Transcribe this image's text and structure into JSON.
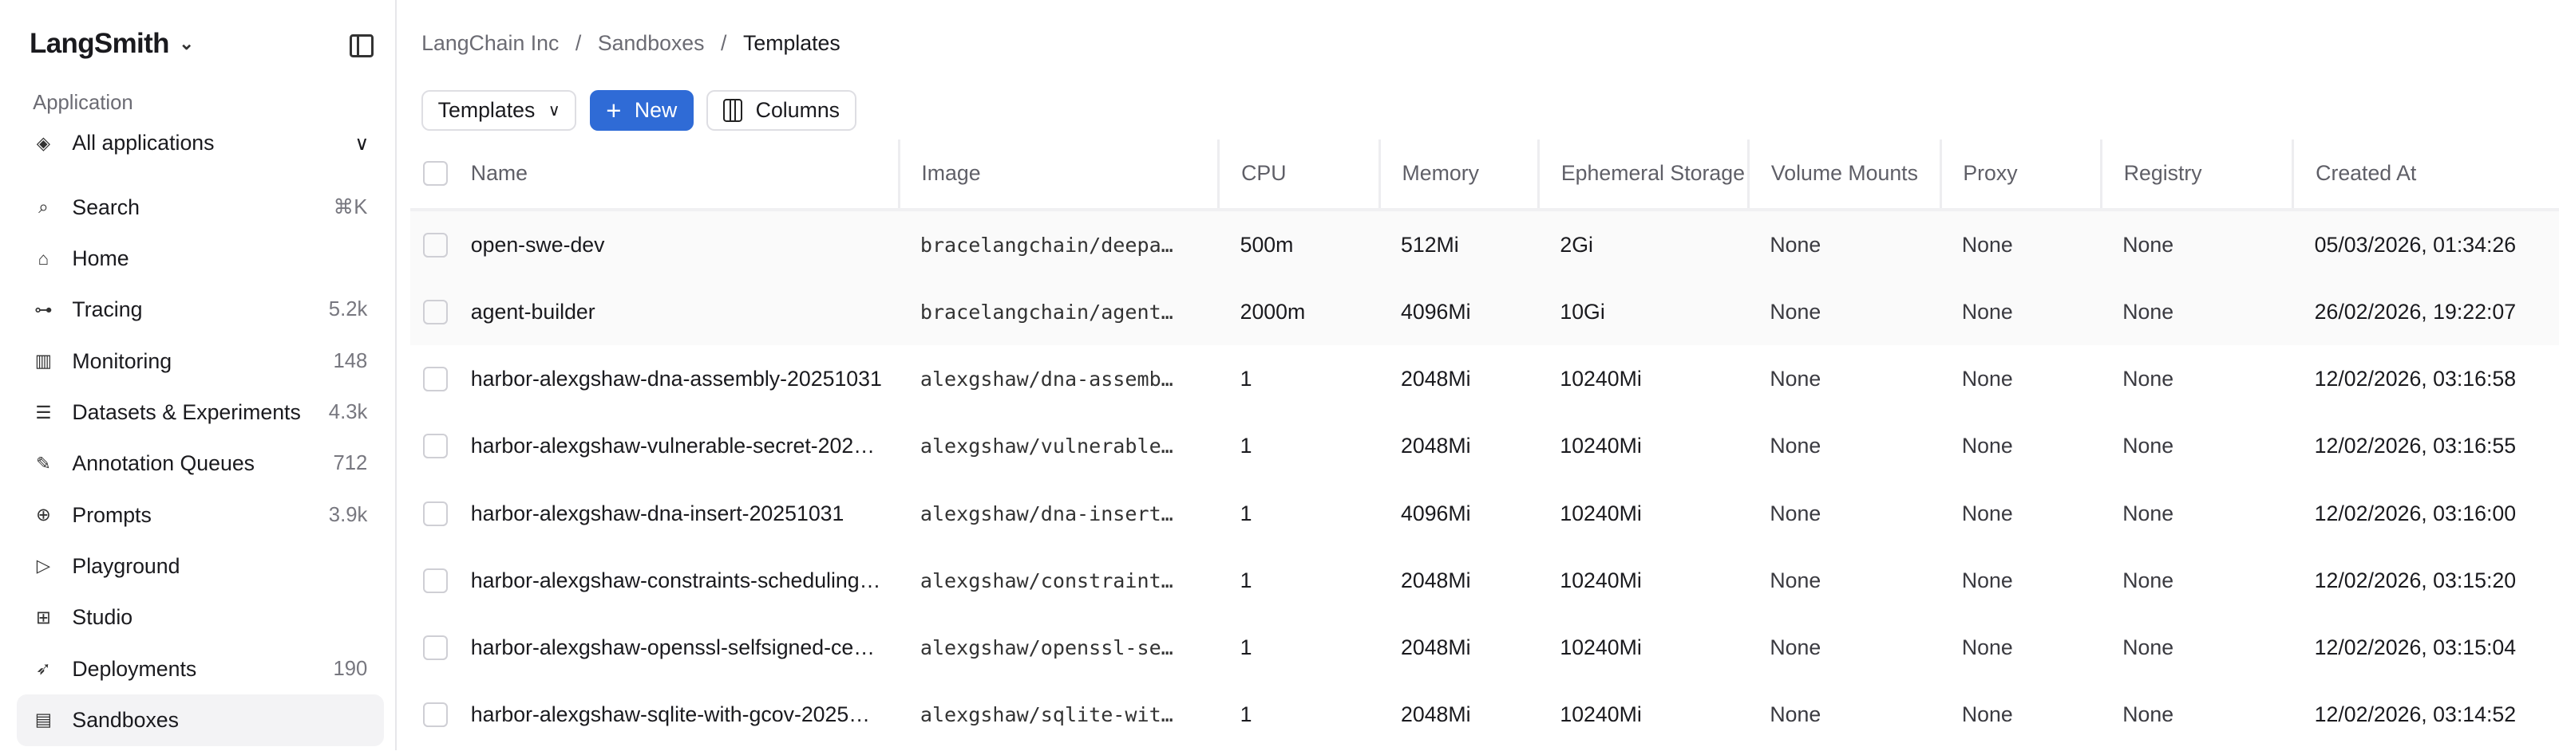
{
  "sidebar": {
    "brand": "LangSmith",
    "section_label": "Application",
    "app_select": "All applications",
    "items": [
      {
        "label": "Search",
        "count": "⌘K",
        "icon": "search-icon"
      },
      {
        "label": "Home",
        "count": "",
        "icon": "home-icon"
      },
      {
        "label": "Tracing",
        "count": "5.2k",
        "icon": "tracing-icon"
      },
      {
        "label": "Monitoring",
        "count": "148",
        "icon": "bar-chart-icon"
      },
      {
        "label": "Datasets & Experiments",
        "count": "4.3k",
        "icon": "database-icon"
      },
      {
        "label": "Annotation Queues",
        "count": "712",
        "icon": "pen-icon"
      },
      {
        "label": "Prompts",
        "count": "3.9k",
        "icon": "message-plus-icon"
      },
      {
        "label": "Playground",
        "count": "",
        "icon": "play-icon"
      },
      {
        "label": "Studio",
        "count": "",
        "icon": "studio-icon"
      },
      {
        "label": "Deployments",
        "count": "190",
        "icon": "rocket-icon"
      },
      {
        "label": "Sandboxes",
        "count": "",
        "icon": "server-icon",
        "active": true
      }
    ]
  },
  "breadcrumb": [
    "LangChain Inc",
    "Sandboxes",
    "Templates"
  ],
  "toolbar": {
    "view_select": "Templates",
    "new_label": "New",
    "columns_label": "Columns"
  },
  "table": {
    "columns": [
      "Name",
      "Image",
      "CPU",
      "Memory",
      "Ephemeral Storage",
      "Volume Mounts",
      "Proxy",
      "Registry",
      "Created At"
    ],
    "rows": [
      [
        "open-swe-dev",
        "bracelangchain/deepa…",
        "500m",
        "512Mi",
        "2Gi",
        "None",
        "None",
        "None",
        "05/03/2026, 01:34:26"
      ],
      [
        "agent-builder",
        "bracelangchain/agent…",
        "2000m",
        "4096Mi",
        "10Gi",
        "None",
        "None",
        "None",
        "26/02/2026, 19:22:07"
      ],
      [
        "harbor-alexgshaw-dna-assembly-20251031",
        "alexgshaw/dna-assemb…",
        "1",
        "2048Mi",
        "10240Mi",
        "None",
        "None",
        "None",
        "12/02/2026, 03:16:58"
      ],
      [
        "harbor-alexgshaw-vulnerable-secret-202…",
        "alexgshaw/vulnerable…",
        "1",
        "2048Mi",
        "10240Mi",
        "None",
        "None",
        "None",
        "12/02/2026, 03:16:55"
      ],
      [
        "harbor-alexgshaw-dna-insert-20251031",
        "alexgshaw/dna-insert…",
        "1",
        "4096Mi",
        "10240Mi",
        "None",
        "None",
        "None",
        "12/02/2026, 03:16:00"
      ],
      [
        "harbor-alexgshaw-constraints-scheduling…",
        "alexgshaw/constraint…",
        "1",
        "2048Mi",
        "10240Mi",
        "None",
        "None",
        "None",
        "12/02/2026, 03:15:20"
      ],
      [
        "harbor-alexgshaw-openssl-selfsigned-ce…",
        "alexgshaw/openssl-se…",
        "1",
        "2048Mi",
        "10240Mi",
        "None",
        "None",
        "None",
        "12/02/2026, 03:15:04"
      ],
      [
        "harbor-alexgshaw-sqlite-with-gcov-2025…",
        "alexgshaw/sqlite-wit…",
        "1",
        "2048Mi",
        "10240Mi",
        "None",
        "None",
        "None",
        "12/02/2026, 03:14:52"
      ]
    ]
  },
  "colors": {
    "accent": "#2f6bd6",
    "active_nav": "#f3f3f5"
  }
}
